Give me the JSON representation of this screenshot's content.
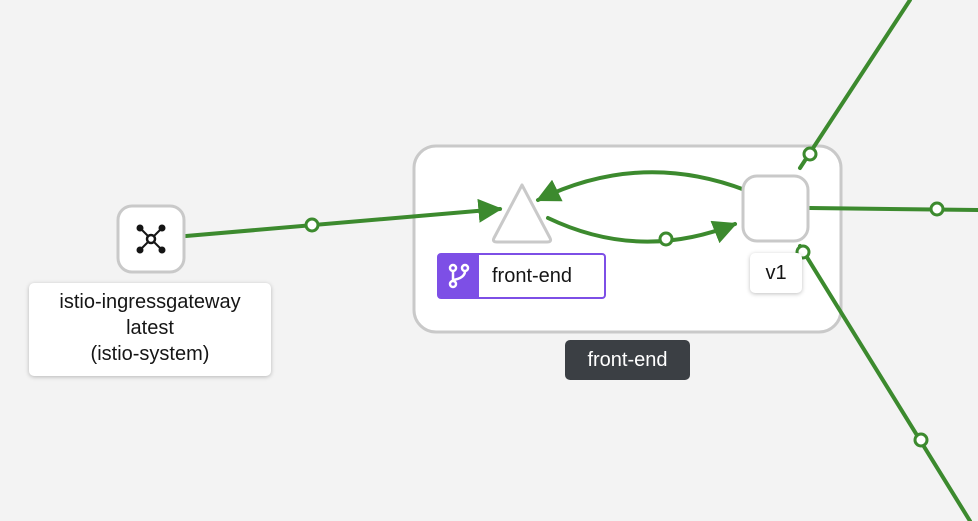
{
  "nodes": {
    "gateway": {
      "name": "istio-ingressgateway",
      "version": "latest",
      "namespace": "(istio-system)",
      "icon": "gateway-icon"
    },
    "service": {
      "name": "front-end",
      "icon": "branch-icon",
      "color": "#7d4fe6"
    },
    "workload": {
      "version": "v1"
    },
    "app_box": {
      "label": "front-end"
    }
  },
  "edges": {
    "color": "#3c8a2e"
  }
}
